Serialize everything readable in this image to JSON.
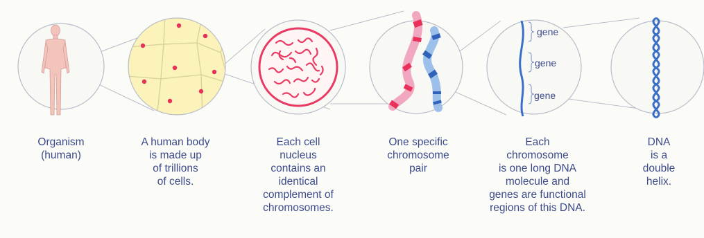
{
  "panels": [
    {
      "id": "organism",
      "caption": [
        "Organism",
        "(human)"
      ]
    },
    {
      "id": "cells",
      "caption": [
        "A human body",
        "is made up",
        "of trillions",
        "of cells."
      ]
    },
    {
      "id": "nucleus",
      "caption": [
        "Each cell",
        "nucleus",
        "contains an",
        "identical",
        "complement of",
        "chromosomes."
      ]
    },
    {
      "id": "chromosome-pair",
      "caption": [
        "One specific",
        "chromosome",
        "pair"
      ]
    },
    {
      "id": "dna-molecule",
      "caption": [
        "Each",
        "chromosome",
        "is one long DNA",
        "molecule and",
        "genes are functional",
        "regions of this DNA."
      ]
    },
    {
      "id": "double-helix",
      "caption": [
        "DNA",
        "is a",
        "double",
        "helix."
      ]
    }
  ],
  "gene_labels": [
    "gene",
    "gene",
    "gene"
  ],
  "colors": {
    "outline": "#b8bcc8",
    "skin": "#f2c4bc",
    "cell_fill": "#fbf3b9",
    "cell_dot": "#e8305a",
    "nucleus": "#e83a62",
    "chromosome_pink": "#f0a7bf",
    "chromosome_blue": "#4a82d2",
    "dna": "#3a6fc8",
    "text": "#3d4a8a"
  }
}
